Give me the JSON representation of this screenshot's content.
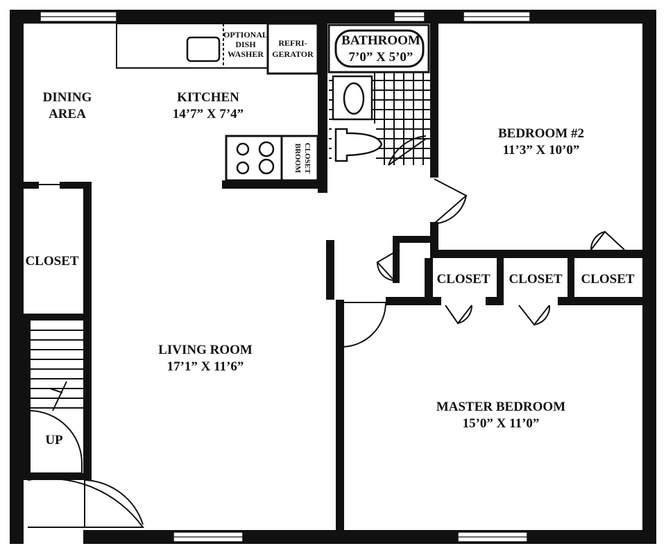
{
  "rooms": {
    "dining": {
      "line1": "DINING",
      "line2": "AREA"
    },
    "kitchen": {
      "name": "KITCHEN",
      "size": "14’7” X 7’4”"
    },
    "bathroom": {
      "name": "BATHROOM",
      "size": "7’0” X 5’0”"
    },
    "bedroom2": {
      "name": "BEDROOM #2",
      "size": "11’3” X 10’0”"
    },
    "living": {
      "name": "LIVING ROOM",
      "size": "17’1” X 11’6”"
    },
    "master": {
      "name": "MASTER BEDROOM",
      "size": "15’0” X 11’0”"
    }
  },
  "fixtures": {
    "dishwasher": {
      "line1": "OPTIONAL",
      "line2": "DISH",
      "line3": "WASHER"
    },
    "refrigerator": {
      "line1": "REFRI-",
      "line2": "GERATOR"
    },
    "broom_closet": {
      "line1": "BROOM",
      "line2": "CLOSET"
    }
  },
  "closets": {
    "left": "CLOSET",
    "c1": "CLOSET",
    "c2": "CLOSET",
    "c3": "CLOSET"
  },
  "stairs": {
    "label": "UP"
  },
  "colors": {
    "wall": "#111111",
    "background": "#ffffff",
    "tile": "#222222"
  }
}
